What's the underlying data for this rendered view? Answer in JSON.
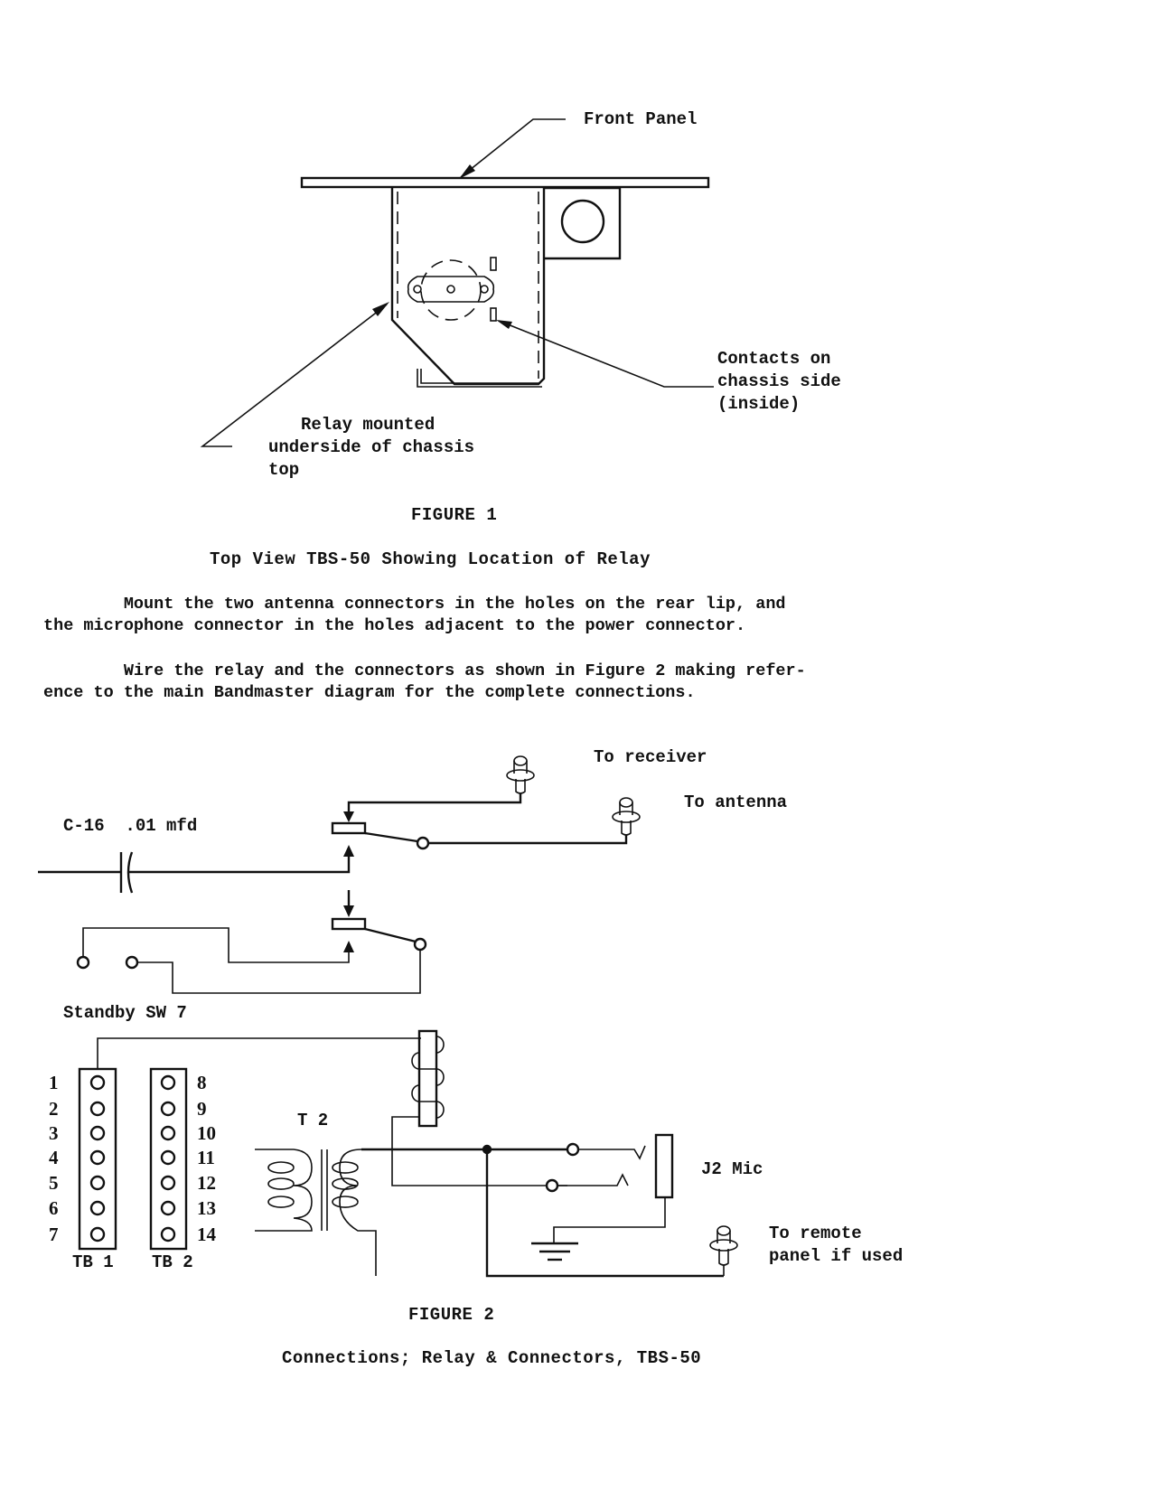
{
  "figure1": {
    "labels": {
      "front_panel": "Front Panel",
      "contacts": [
        "Contacts on",
        "chassis side",
        "(inside)"
      ],
      "relay_mounted": [
        "Relay mounted",
        "underside of chassis",
        "top"
      ]
    },
    "figure_number": "FIGURE 1",
    "caption": "Top View TBS-50 Showing Location of Relay"
  },
  "body_text": {
    "paragraph1": [
      "        Mount the two antenna connectors in the holes on the rear lip, and",
      "the microphone connector in the holes adjacent to the power connector."
    ],
    "paragraph2": [
      "        Wire the relay and the connectors as shown in Figure 2 making refer-",
      "ence to the main Bandmaster diagram for the complete connections."
    ]
  },
  "figure2": {
    "labels": {
      "to_receiver": "To receiver",
      "to_antenna": "To antenna",
      "capacitor": "C-16  .01 mfd",
      "standby_switch": "Standby SW 7",
      "transformer": "T 2",
      "mic_jack": "J2 Mic",
      "to_remote": [
        "To remote",
        "panel if used"
      ],
      "tb1": "TB 1",
      "tb2": "TB 2"
    },
    "tb1_terminals": [
      "1",
      "2",
      "3",
      "4",
      "5",
      "6",
      "7"
    ],
    "tb2_terminals": [
      "8",
      "9",
      "10",
      "11",
      "12",
      "13",
      "14"
    ],
    "figure_number": "FIGURE 2",
    "caption": "Connections; Relay & Connectors, TBS-50"
  }
}
